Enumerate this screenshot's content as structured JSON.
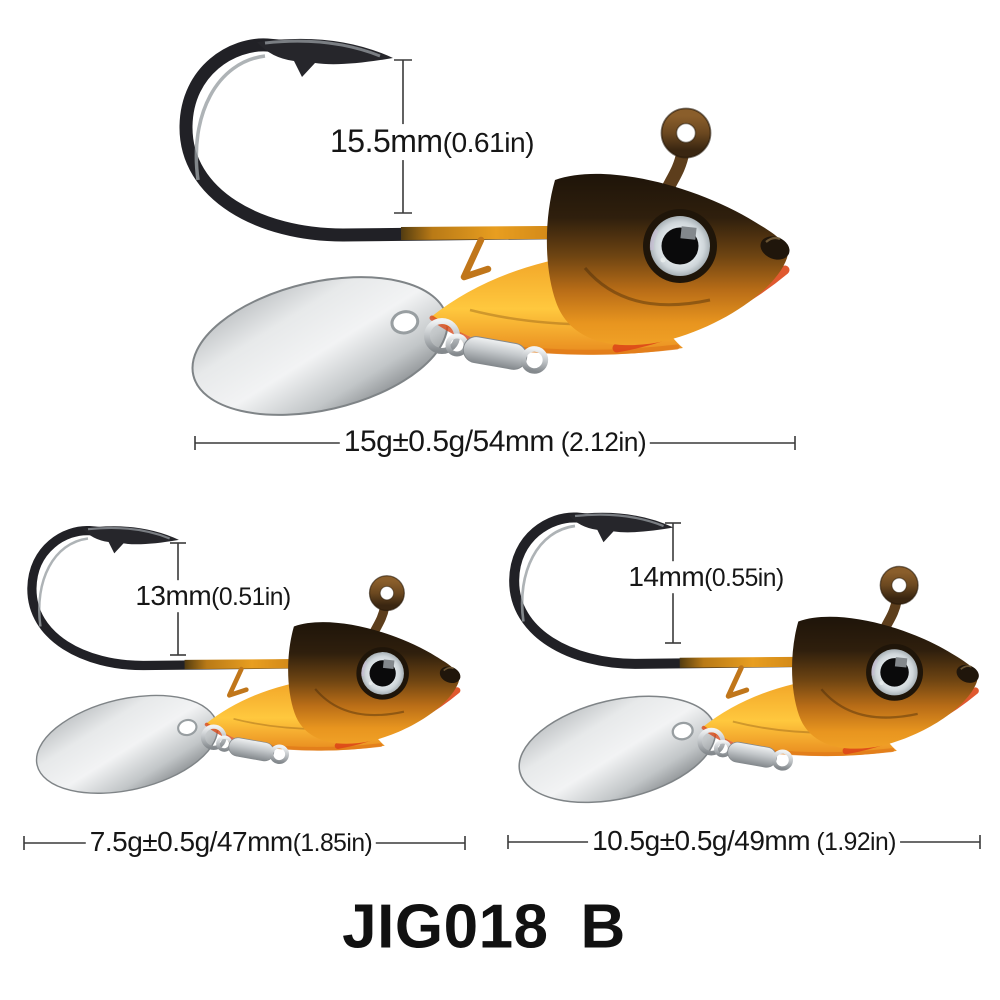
{
  "product": {
    "model": "JIG018",
    "variant": "B"
  },
  "lures": [
    {
      "position": "top",
      "hook_gap": {
        "main": "15.5mm",
        "alt": "(0.61in)"
      },
      "spec": {
        "main": "15g±0.5g/54mm",
        "alt": " (2.12in)"
      }
    },
    {
      "position": "bottom-left",
      "hook_gap": {
        "main": "13mm",
        "alt": "(0.51in)"
      },
      "spec": {
        "main": "7.5g±0.5g/47mm",
        "alt": "(1.85in)"
      }
    },
    {
      "position": "bottom-right",
      "hook_gap": {
        "main": "14mm",
        "alt": "(0.55in)"
      },
      "spec": {
        "main": "10.5g±0.5g/49mm",
        "alt": " (1.92in)"
      }
    }
  ],
  "colors": {
    "background": "#ffffff",
    "text": "#161616",
    "dimension_line": "#3a3a3a",
    "body_orange": "#f2a428",
    "body_yellow": "#ffc83e",
    "head_dark": "#241a0e",
    "belly_red": "#dd4718",
    "blade_silver": "#e4e6e7",
    "hook_metal": "#26262a",
    "eyelet_brown": "#6d4a22"
  }
}
